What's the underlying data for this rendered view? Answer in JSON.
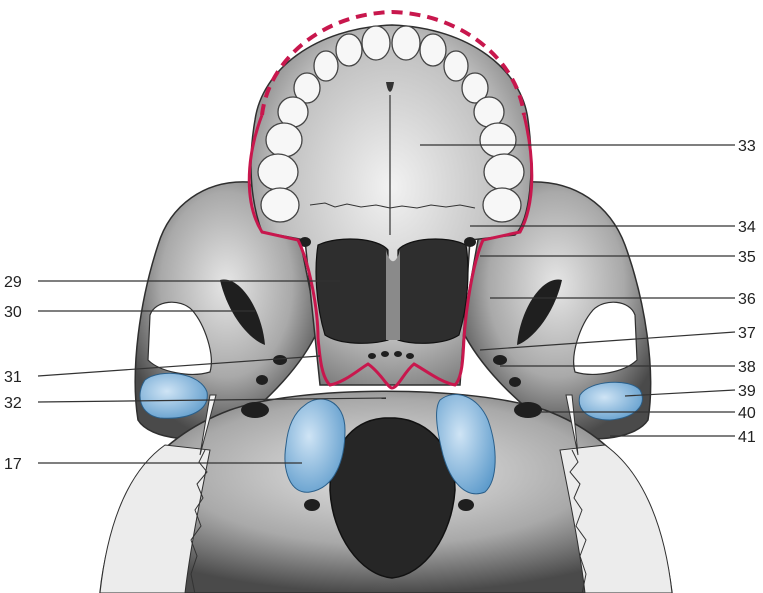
{
  "colors": {
    "bone_dark": "#3a3a3a",
    "bone_mid": "#8e8e8e",
    "bone_light": "#d9d9d9",
    "outline_red": "#c8174d",
    "cartilage_blue": "#7fb4de",
    "background": "#ffffff"
  },
  "labels": {
    "l17": "17",
    "l29": "29",
    "l30": "30",
    "l31": "31",
    "l32": "32",
    "l33": "33",
    "l34": "34",
    "l35": "35",
    "l36": "36",
    "l37": "37",
    "l38": "38",
    "l39": "39",
    "l40": "40",
    "l41": "41"
  }
}
